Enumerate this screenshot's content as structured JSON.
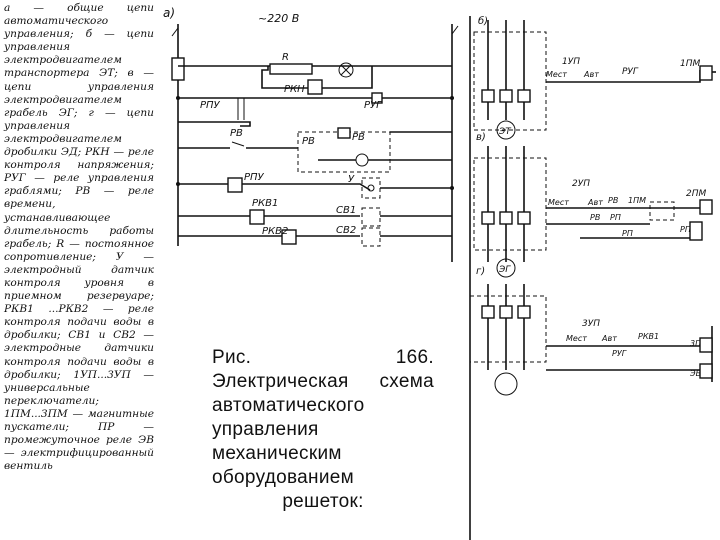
{
  "legend": {
    "text": "а — общие цепи автоматического управления; б — цепи управления электродвигателем транспортера ЭТ; в — цепи управления электродвигателем грабель ЭГ; г — цепи управления электродвигателем дробилки ЭД; РКН — реле контроля напряжения; РУГ — реле управления граблями; РВ — реле времени, устанавливающее длительность работы грабель; R — постоянное сопротивление; У — электродный датчик контроля уровня в приемном резервуаре; РКВ1 ...РКВ2 — реле контроля подачи воды в дробилки; СВ1 и СВ2 — электродные датчики контроля подачи воды в дробилки; 1УП...3УП — универсальные переключатели; 1ПМ...3ПМ — магнитные пускатели; ПР — промежуточное реле ЭВ — электрифицированный вентиль"
  },
  "caption": {
    "text": "Рис. 166. Электрическая схема автоматического управления механическим оборудованием решеток:"
  },
  "diagram": {
    "panel_a": {
      "letter": "а)",
      "supply": "~220 В",
      "resistor": "R",
      "rkn": "РКН",
      "rpu_1": "РПУ",
      "rug": "РУГ",
      "rv_1": "РВ",
      "rv_2": "РВ",
      "rv_3": "РВ",
      "rpu_2": "РПУ",
      "sensor_u": "У",
      "rkv1": "РКВ1",
      "rkv2": "РКВ2",
      "sv1": "СВ1",
      "sv2": "СВ2"
    },
    "panel_b": {
      "letter": "б)",
      "switch": "1УП",
      "mest": "Мест",
      "avt": "Авт",
      "rug": "РУГ",
      "starter": "1ПМ",
      "motor": "ЭТ"
    },
    "panel_v": {
      "letter": "в)",
      "switch": "2УП",
      "mest": "Мест",
      "avt": "Авт",
      "rv_a": "РВ",
      "pm1": "1ПМ",
      "rv_b": "РВ",
      "rp_a": "РП",
      "rp_b": "РП",
      "starter": "2ПМ",
      "rp_coil": "РП",
      "motor": "ЭГ"
    },
    "panel_g": {
      "letter": "г)",
      "switch": "3УП",
      "mest": "Мест",
      "avt": "Авт",
      "rkv": "РКВ1",
      "rug": "РУГ",
      "starter": "3ПМ",
      "valve": "ЭВ"
    }
  }
}
